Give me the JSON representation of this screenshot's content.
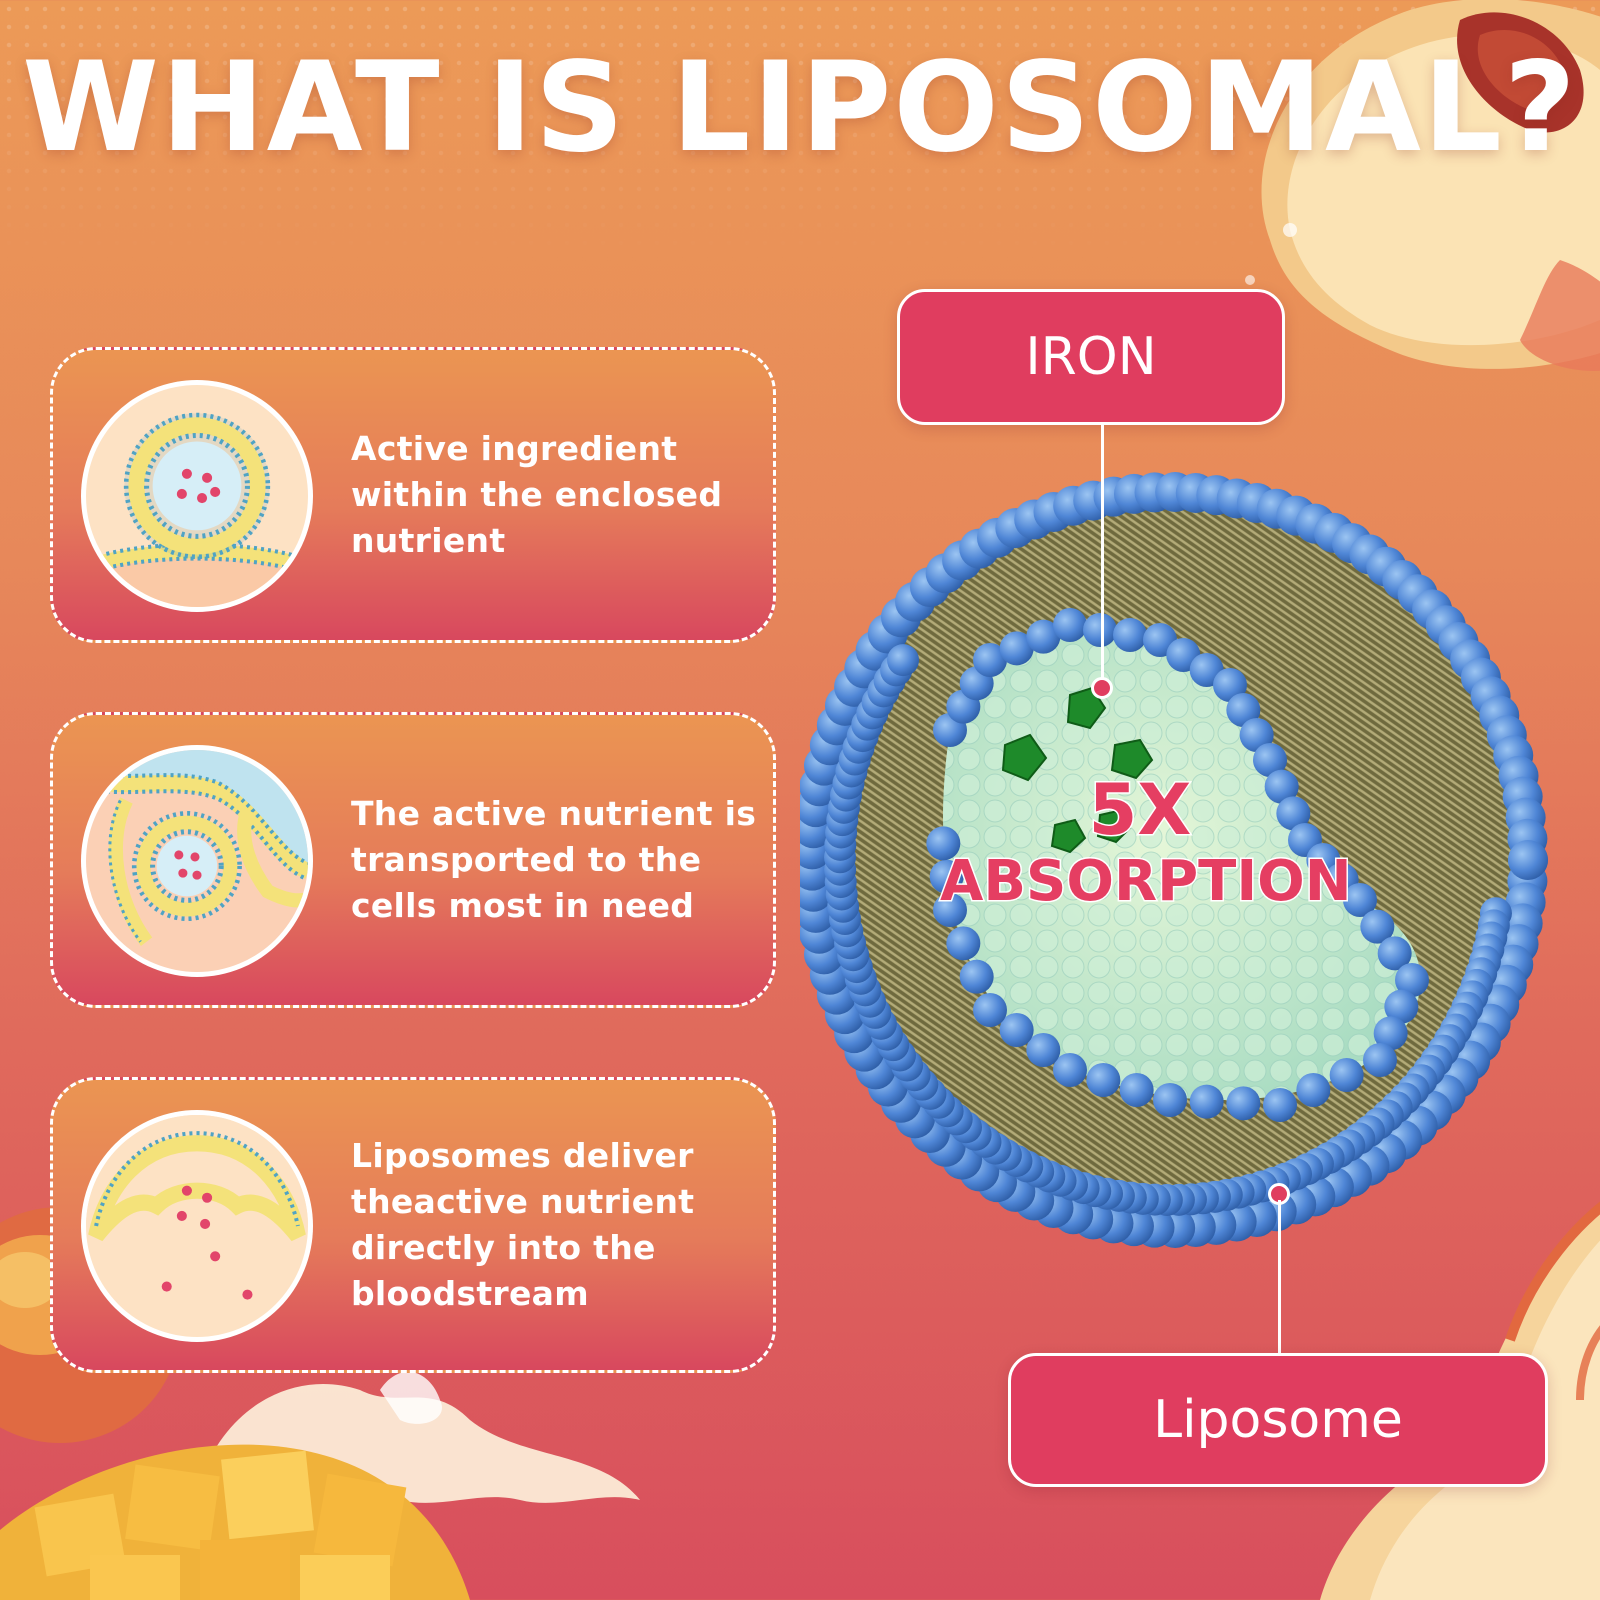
{
  "title": "WHAT IS LIPOSOMAL?",
  "cards": [
    {
      "text": "Active ingredient within the enclosed nutrient",
      "icon": "liposome-enclosed-icon"
    },
    {
      "text": "The active nutrient is transported to the cells most in need",
      "icon": "liposome-transport-icon"
    },
    {
      "text": "Liposomes deliver theactive nutrient directly into the bloodstream",
      "icon": "liposome-release-icon"
    }
  ],
  "diagram": {
    "top_label": "IRON",
    "bottom_label": "Liposome",
    "badge_line1": "5X",
    "badge_line2": "ABSORPTION"
  },
  "colors": {
    "accent": "#e03d5f",
    "membrane_head": "#4f86d6",
    "lipid_tail": "#8a8350",
    "core": "#bfe6c8",
    "iron": "#1e8a2a"
  }
}
